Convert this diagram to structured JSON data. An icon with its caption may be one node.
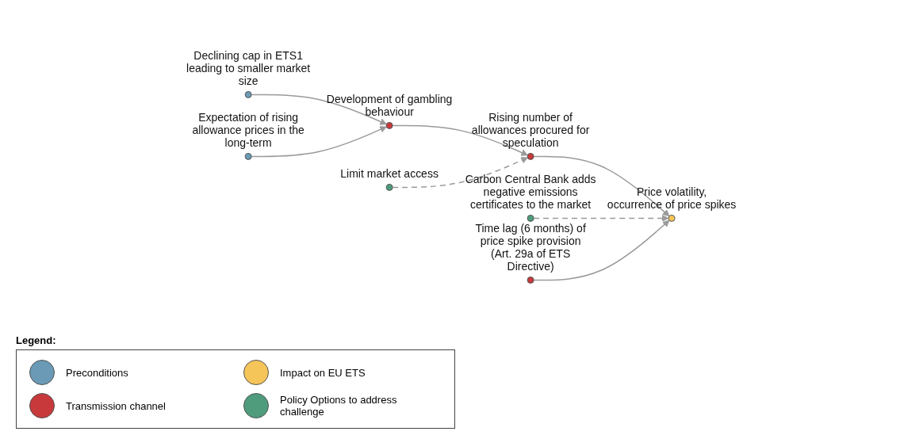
{
  "diagram": {
    "nodes": [
      {
        "text": [],
        "shape": "circle",
        "beside": [
          "Declining cap in ETS1 leading to smaller market size"
        ]
      },
      {
        "text": [],
        "shape": "circle",
        "beside": [
          "Expectation of rising allowance prices in the long-term"
        ]
      },
      {
        "text": [],
        "shape": "circle",
        "beside": [
          "Development of gambling behaviour"
        ]
      },
      {
        "text": [],
        "shape": "circle",
        "beside": [
          "Rising number of allowances procured for speculation"
        ]
      },
      {
        "text": [],
        "shape": "circle",
        "beside": [
          "Carbon Central Bank adds negative emissions certificates to the market"
        ]
      },
      {
        "text": [],
        "shape": "circle",
        "beside": [
          "Price volatility, occurrence of price spikes"
        ]
      },
      {
        "text": [],
        "shape": "circle",
        "beside": [
          "Time lag (6 months) of price spike provision (Art. 29a of ETS Directive)"
        ]
      },
      {
        "text": [],
        "shape": "circle",
        "beside": [
          "Limit market access"
        ]
      }
    ],
    "edges": [
      {
        "from": 0,
        "to": 2,
        "arrow": "to"
      },
      {
        "from": 1,
        "to": 2,
        "arrow": "to"
      },
      {
        "from": 2,
        "to": 3,
        "arrow": "to"
      },
      {
        "from": 3,
        "to": 5,
        "arrow": "to"
      },
      {
        "from": 4,
        "to": 5,
        "arrow": "to",
        "style": "dashed"
      },
      {
        "from": 7,
        "to": 3,
        "arrow": "to",
        "style": "dashed"
      },
      {
        "from": 6,
        "to": 5,
        "arrow": "to"
      }
    ],
    "labels": [
      "Legend:"
    ],
    "legend": [
      {
        "text": "Preconditions",
        "color": "#6a9ab5"
      },
      {
        "text": "Impact on EU ETS",
        "color": "#f6c55a"
      },
      {
        "text": "Transmission channel",
        "color": "#c7393b"
      },
      {
        "text": "Policy Options to address challenge",
        "color": "#4e9c7c"
      }
    ]
  }
}
